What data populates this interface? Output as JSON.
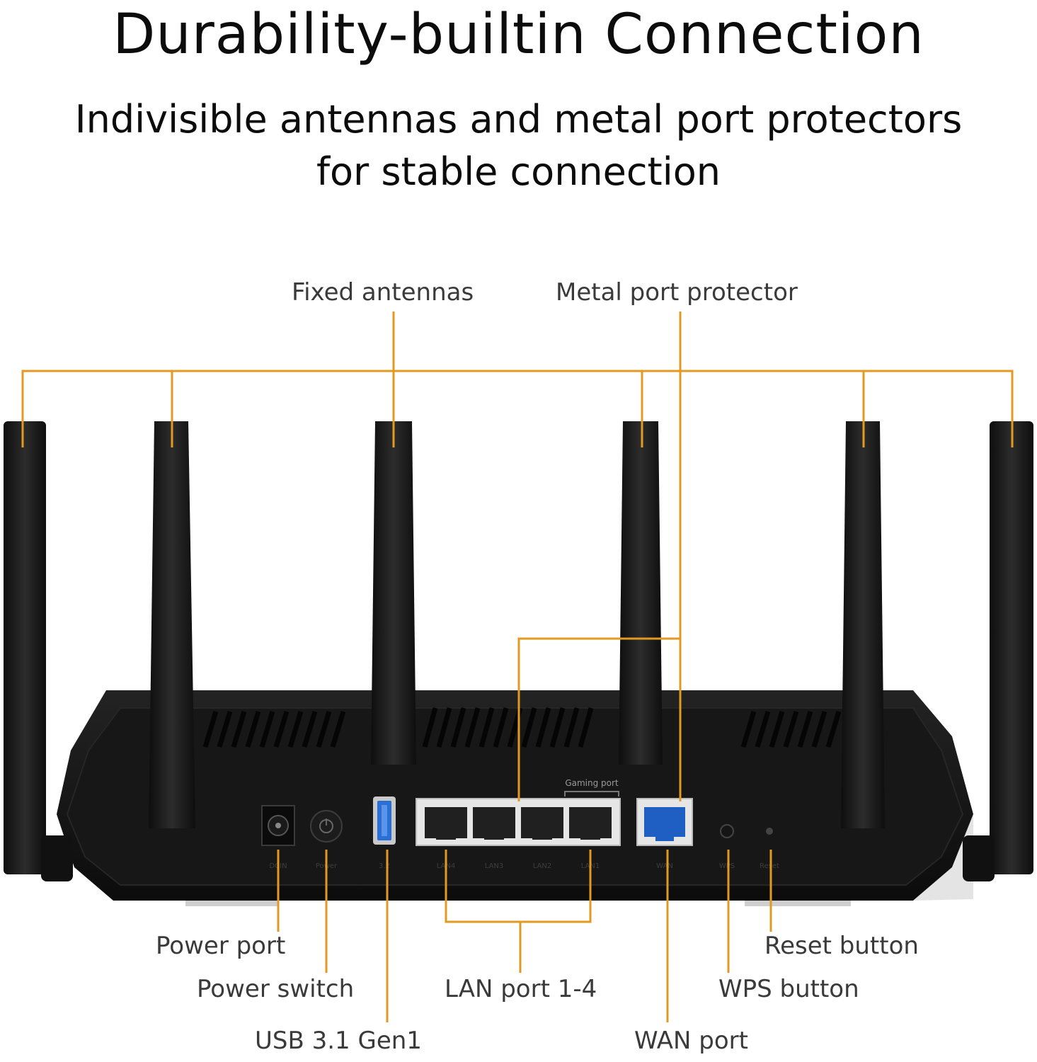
{
  "header": {
    "title": "Durability-builtin Connection",
    "subtitle_line1": "Indivisible antennas and metal port protectors",
    "subtitle_line2": "for stable connection"
  },
  "callouts": {
    "fixed_antennas": "Fixed antennas",
    "metal_port_protector": "Metal port protector",
    "power_port": "Power port",
    "power_switch": "Power switch",
    "usb": "USB 3.1 Gen1",
    "lan_ports": "LAN port 1-4",
    "wan_port": "WAN port",
    "wps_button": "WPS button",
    "reset_button": "Reset button"
  },
  "device": {
    "gaming_port_label": "Gaming port",
    "port_labels": [
      "DCIN",
      "Power",
      "3.2",
      "LAN4",
      "LAN3",
      "LAN2",
      "LAN1",
      "WAN",
      "WPS",
      "Reset"
    ]
  },
  "colors": {
    "leader": "#e39a22",
    "body": "#141414",
    "antenna": "#1b1b1b",
    "wan_port": "#1f5fc4",
    "usb_port": "#2a6fd6"
  }
}
